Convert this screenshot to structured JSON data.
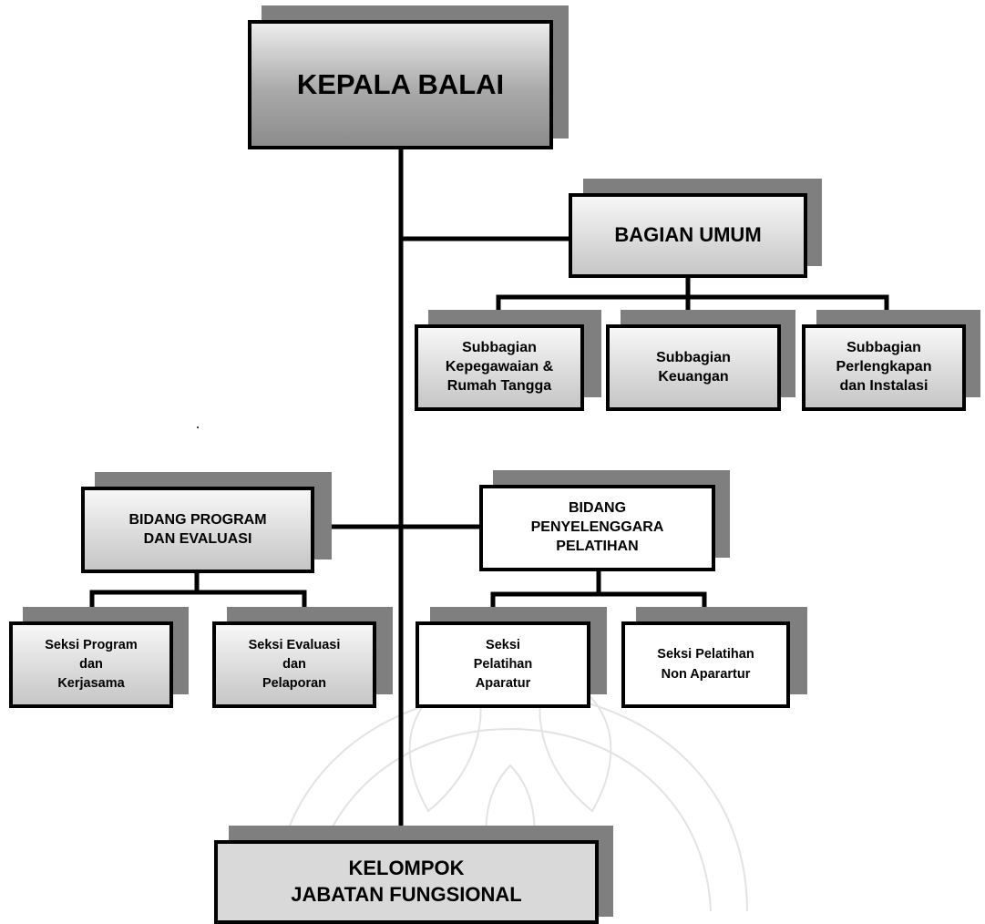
{
  "org_chart": {
    "kepala_balai": "KEPALA BALAI",
    "bagian_umum": "BAGIAN UMUM",
    "subbagian_kepegawaian": "Subbagian\nKepegawaian &\nRumah Tangga",
    "subbagian_keuangan": "Subbagian\nKeuangan",
    "subbagian_perlengkapan": "Subbagian\nPerlengkapan\ndan Instalasi",
    "bidang_program": "BIDANG PROGRAM\nDAN EVALUASI",
    "bidang_penyelenggara": "BIDANG\nPENYELENGGARA\nPELATIHAN",
    "seksi_program": "Seksi Program\ndan\nKerjasama",
    "seksi_evaluasi": "Seksi Evaluasi\ndan\nPelaporan",
    "seksi_pelatihan_aparatur": "Seksi\nPelatihan\nAparatur",
    "seksi_pelatihan_non": "Seksi Pelatihan\nNon Aparartur",
    "kelompok_jabatan": "KELOMPOK\nJABATAN FUNGSIONAL"
  }
}
